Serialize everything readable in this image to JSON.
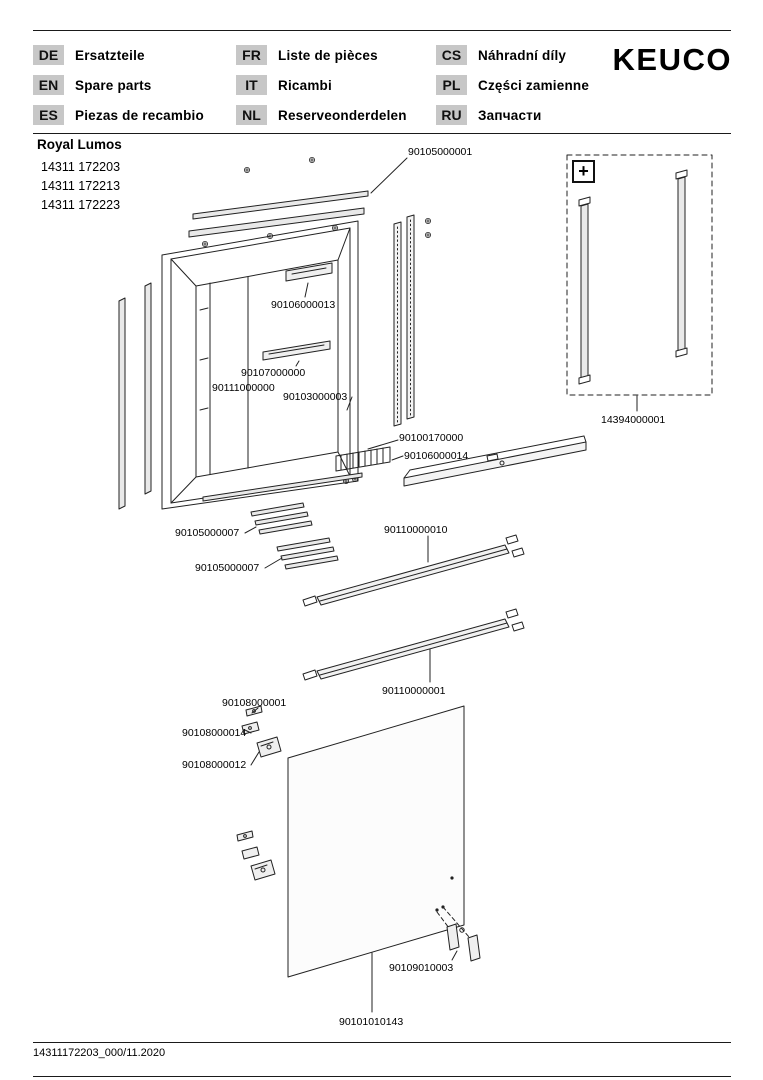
{
  "header": {
    "brand": "KEUCO",
    "columns": [
      {
        "items": [
          {
            "code": "DE",
            "label": "Ersatzteile"
          },
          {
            "code": "EN",
            "label": "Spare parts"
          },
          {
            "code": "ES",
            "label": "Piezas de recambio"
          }
        ]
      },
      {
        "items": [
          {
            "code": "FR",
            "label": "Liste de pièces"
          },
          {
            "code": "IT",
            "label": "Ricambi"
          },
          {
            "code": "NL",
            "label": "Reserveonderdelen"
          }
        ]
      },
      {
        "items": [
          {
            "code": "CS",
            "label": "Náhradní díly"
          },
          {
            "code": "PL",
            "label": "Części zamienne"
          },
          {
            "code": "RU",
            "label": "Запчасти"
          }
        ]
      }
    ]
  },
  "product": {
    "name": "Royal Lumos",
    "models": [
      "14311 172203",
      "14311 172213",
      "14311 172223"
    ]
  },
  "diagram": {
    "plus_marker": "+",
    "labels": {
      "p90105000001": "90105000001",
      "p90106000013": "90106000013",
      "p90107000000": "90107000000",
      "p90111000000": "90111000000",
      "p90103000003": "90103000003",
      "p90100170000": "90100170000",
      "p90106000014": "90106000014",
      "p14394000001": "14394000001",
      "p90105000007": "90105000007",
      "p90110000010": "90110000010",
      "p90110000001": "90110000001",
      "p90108000001": "90108000001",
      "p90108000014": "90108000014",
      "p90108000012": "90108000012",
      "p90109010003": "90109010003",
      "p90101010143": "90101010143"
    }
  },
  "footer": {
    "doc_ref": "14311172203_000/11.2020"
  }
}
